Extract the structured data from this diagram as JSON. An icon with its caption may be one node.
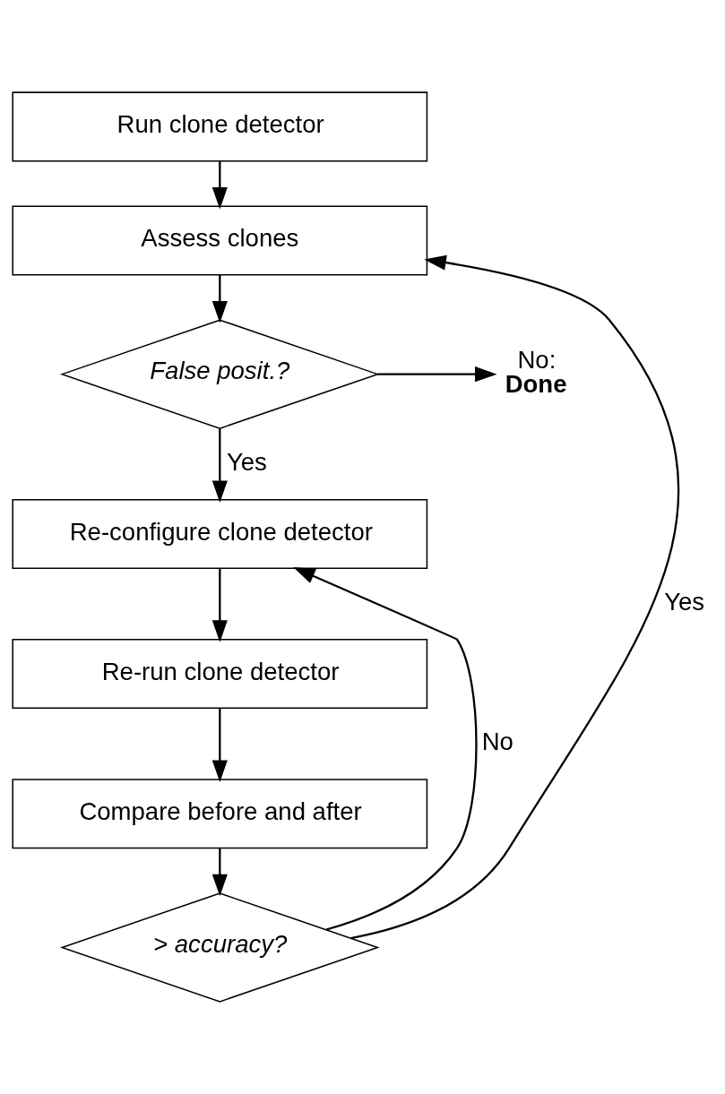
{
  "diagram": {
    "nodes": [
      {
        "text": [
          "Run clone detector"
        ]
      },
      {
        "text": [
          "Assess clones"
        ]
      },
      {
        "text": [
          "False posit.?"
        ]
      },
      {
        "text": [
          "No:",
          "Done"
        ]
      },
      {
        "text": [
          "Re-configure clone detector"
        ]
      },
      {
        "text": [
          "Re-run clone detector"
        ]
      },
      {
        "text": [
          "Compare before and after"
        ]
      },
      {
        "text": [
          "> accuracy?"
        ]
      }
    ],
    "edges": [
      {
        "from": 0,
        "to": 1,
        "arrow": "to"
      },
      {
        "from": 1,
        "to": 2,
        "arrow": "to"
      },
      {
        "from": 2,
        "to": 3,
        "arrow": "to"
      },
      {
        "from": 2,
        "to": 4,
        "arrow": "to",
        "label": "Yes"
      },
      {
        "from": 4,
        "to": 5,
        "arrow": "to"
      },
      {
        "from": 5,
        "to": 6,
        "arrow": "to"
      },
      {
        "from": 6,
        "to": 7,
        "arrow": "to"
      },
      {
        "from": 7,
        "to": 4,
        "arrow": "to",
        "label": "No"
      },
      {
        "from": 7,
        "to": 1,
        "arrow": "to",
        "label": "Yes"
      }
    ]
  }
}
